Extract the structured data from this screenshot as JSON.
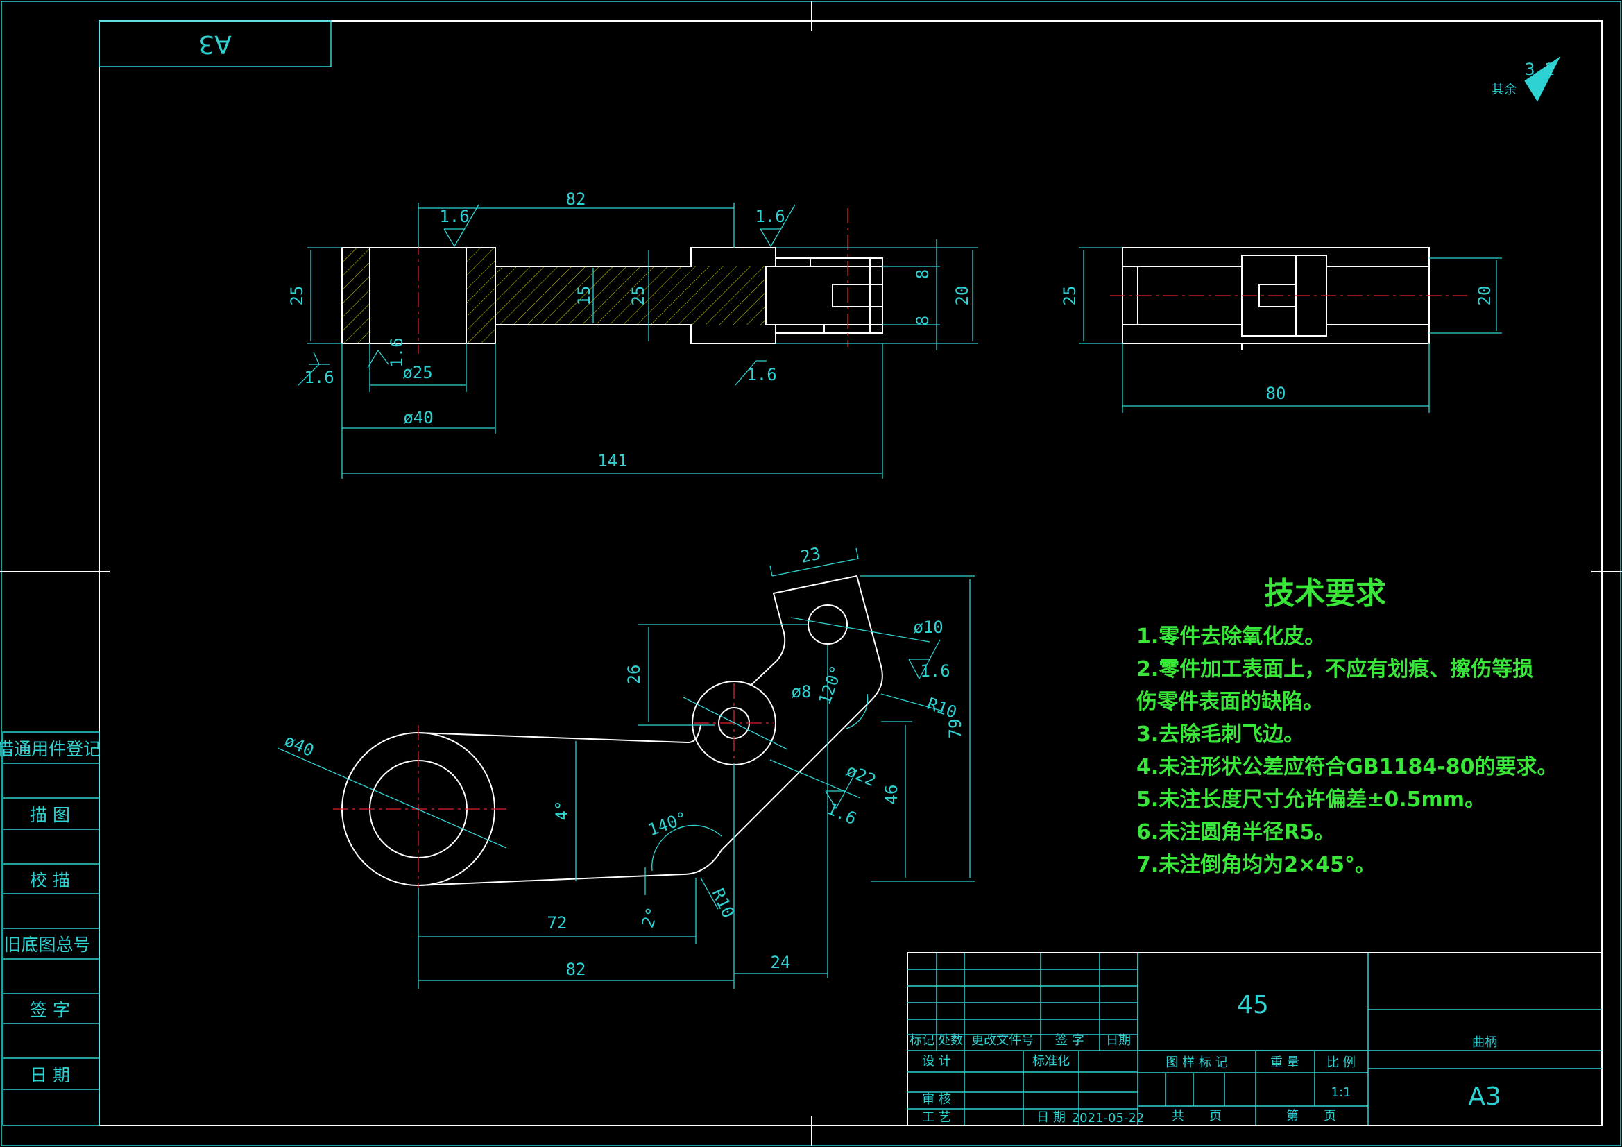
{
  "sheet": {
    "format_label_mirrored": "A3",
    "surface_note_label": "其余",
    "surface_note_value": "3.2"
  },
  "dimensions": {
    "front_view": [
      "82",
      "1.6",
      "1.6",
      "25",
      "15",
      "25",
      "8",
      "8",
      "20",
      "1.6",
      "1.6",
      "1.6",
      "ø25",
      "ø40",
      "141"
    ],
    "side_view": [
      "25",
      "20",
      "80"
    ],
    "bottom_view": [
      "23",
      "ø10",
      "1.6",
      "26",
      "ø8",
      "120°",
      "R10",
      "79",
      "ø40",
      "4°",
      "ø22",
      "1.6",
      "46",
      "140°",
      "2°",
      "R10",
      "72",
      "24",
      "82"
    ]
  },
  "requirements": {
    "title": "技术要求",
    "items": [
      "1.零件去除氧化皮。",
      "2.零件加工表面上，不应有划痕、擦伤等损",
      "伤零件表面的缺陷。",
      "3.去除毛刺飞边。",
      "4.未注形状公差应符合GB1184-80的要求。",
      "5.未注长度尺寸允许偏差±0.5mm。",
      "6.未注圆角半径R5。",
      "7.未注倒角均为2×45°。"
    ]
  },
  "side_column": [
    "借通用件登记",
    "描 图",
    "校 描",
    "旧底图总号",
    "签 字",
    "日 期"
  ],
  "title_block": {
    "material": "45",
    "part_name": "曲柄",
    "sheet_size": "A3",
    "scale": "1:1",
    "date": "2021-05-22",
    "labels": {
      "mark": "标记",
      "count": "处数",
      "change_doc": "更改文件号",
      "signature": "签 字",
      "date": "日期",
      "design": "设 计",
      "standardize": "标准化",
      "review": "审 核",
      "process": "工 艺",
      "date2": "日 期",
      "drawing_mark": "图 样 标 记",
      "weight": "重 量",
      "ratio": "比 例",
      "total": "共　　页",
      "page": "第　　页"
    }
  }
}
